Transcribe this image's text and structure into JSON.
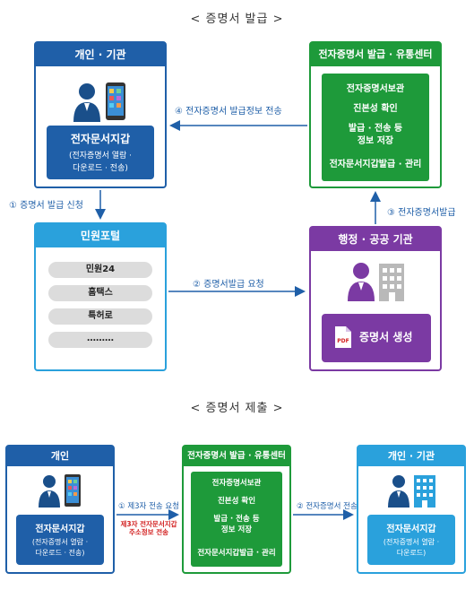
{
  "issue": {
    "title": "< 증명서 발급 >",
    "personal": {
      "header": "개인 · 기관",
      "wallet_title": "전자문서지갑",
      "wallet_sub1": "(전자증명서 열람 ·",
      "wallet_sub2": "다운로드 · 전송)"
    },
    "center": {
      "header": "전자증명서 발급 · 유통센터",
      "items": [
        "전자증명서보관",
        "진본성 확인",
        "발급 · 전송 등",
        "정보 저장",
        "전자문서지갑발급 · 관리"
      ]
    },
    "portal": {
      "header": "민원포털",
      "items": [
        "민원24",
        "홈택스",
        "특허로",
        "………"
      ]
    },
    "agency": {
      "header": "행정 · 공공 기관",
      "doc_label": "증명서 생성",
      "pdf_icon_text": "PDF"
    },
    "arrows": {
      "step1": "① 증명서 발급 신청",
      "step2": "② 증명서발급 요청",
      "step3": "③ 전자증명서발급",
      "step4": "④ 전자증명서 발급정보 전송"
    }
  },
  "submit": {
    "title": "< 증명서 제출 >",
    "personal": {
      "header": "개인",
      "wallet_title": "전자문서지갑",
      "wallet_sub1": "(전자증명서 열람 ·",
      "wallet_sub2": "다운로드 · 전송)"
    },
    "center": {
      "header": "전자증명서 발급 · 유통센터",
      "items": [
        "전자증명서보관",
        "진본성 확인",
        "발급 · 전송 등",
        "정보 저장",
        "전자문서지갑발급 · 관리"
      ]
    },
    "receiver": {
      "header": "개인 · 기관",
      "wallet_title": "전자문서지갑",
      "wallet_sub1": "(전자증명서 열람 ·",
      "wallet_sub2": "다운로드)"
    },
    "arrows": {
      "step1": "① 제3자 전송 요청",
      "step1_note1": "제3자 전자문서지갑",
      "step1_note2": "주소정보 전송",
      "step2": "② 전자증명서 전송"
    }
  },
  "colors": {
    "blue": "#1f5fa8",
    "green": "#1e9a3a",
    "sky": "#2aa1dc",
    "purple": "#7b3aa3",
    "red": "#d21f1f"
  }
}
